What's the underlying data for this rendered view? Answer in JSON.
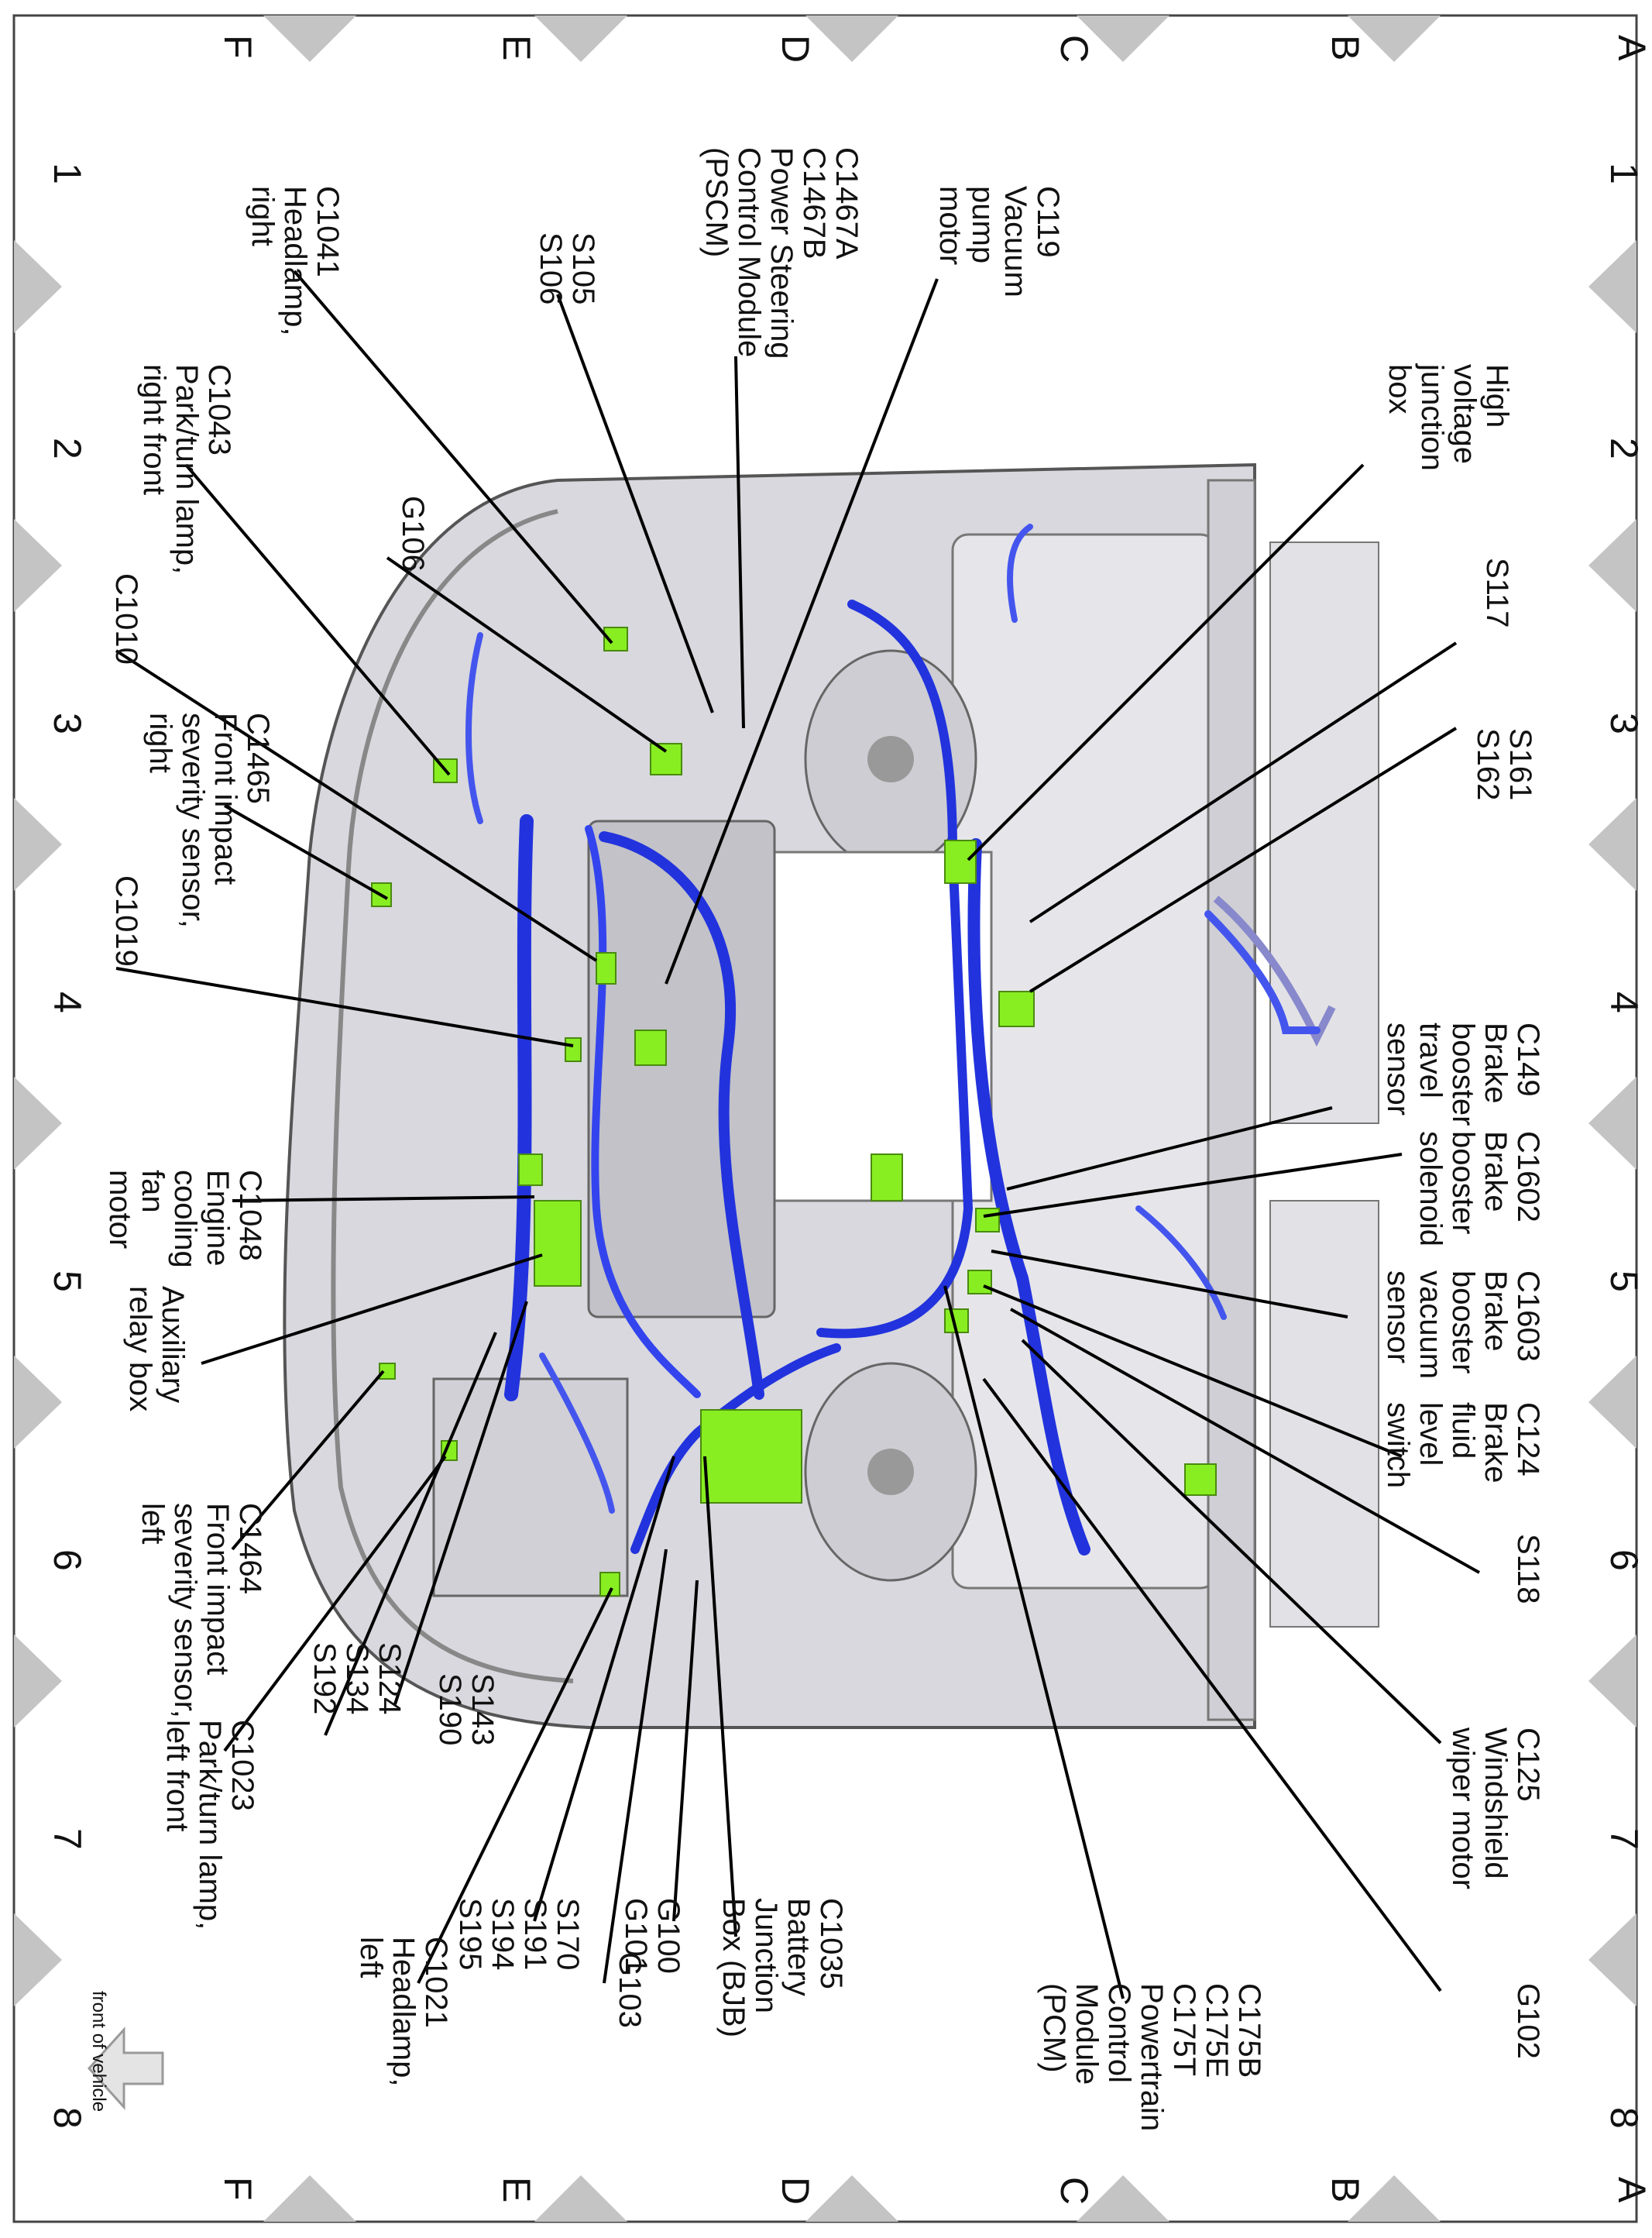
{
  "grid": {
    "columns": [
      "1",
      "2",
      "3",
      "4",
      "5",
      "6",
      "7",
      "8"
    ],
    "rows": [
      "A",
      "B",
      "C",
      "D",
      "E",
      "F"
    ]
  },
  "orientation": {
    "label": "front of vehicle",
    "icon": "arrow-icon"
  },
  "colors": {
    "harness": "#2233dd",
    "connector": "#88ee22",
    "body": "#d8d8de"
  },
  "callouts": [
    {
      "id": "high-voltage",
      "lines": [
        "High",
        "voltage",
        "junction",
        "box"
      ]
    },
    {
      "id": "s117",
      "lines": [
        "S117"
      ]
    },
    {
      "id": "s161",
      "lines": [
        "S161",
        "S162"
      ]
    },
    {
      "id": "c149",
      "lines": [
        "C149",
        "Brake",
        "booster",
        "travel",
        "sensor"
      ]
    },
    {
      "id": "c1602",
      "lines": [
        "C1602",
        "Brake",
        "booster",
        "solenoid"
      ]
    },
    {
      "id": "c1603",
      "lines": [
        "C1603",
        "Brake",
        "booster",
        "vacuum",
        "sensor"
      ]
    },
    {
      "id": "c124",
      "lines": [
        "C124",
        "Brake",
        "fluid",
        "level",
        "switch"
      ]
    },
    {
      "id": "s118",
      "lines": [
        "S118"
      ]
    },
    {
      "id": "c125",
      "lines": [
        "C125",
        "Windshield",
        "wiper motor"
      ]
    },
    {
      "id": "g102",
      "lines": [
        "G102"
      ]
    },
    {
      "id": "c175",
      "lines": [
        "C175B",
        "C175E",
        "C175T",
        "Powertrain",
        "Control",
        "Module",
        "(PCM)"
      ]
    },
    {
      "id": "c119",
      "lines": [
        "C119",
        "Vacuum",
        "pump",
        "motor"
      ]
    },
    {
      "id": "c1467",
      "lines": [
        "C1467A",
        "C1467B",
        "Power Steering",
        "Control Module",
        "(PSCM)"
      ]
    },
    {
      "id": "s105",
      "lines": [
        "S105",
        "S106"
      ]
    },
    {
      "id": "c1041",
      "lines": [
        "C1041",
        "Headlamp,",
        "right"
      ]
    },
    {
      "id": "g106",
      "lines": [
        "G106"
      ]
    },
    {
      "id": "c1043",
      "lines": [
        "C1043",
        "Park/turn lamp,",
        "right front"
      ]
    },
    {
      "id": "c1010",
      "lines": [
        "C1010"
      ]
    },
    {
      "id": "c1465",
      "lines": [
        "C1465",
        "Front impact",
        "severity sensor,",
        "right"
      ]
    },
    {
      "id": "c1019",
      "lines": [
        "C1019"
      ]
    },
    {
      "id": "c1048",
      "lines": [
        "C1048",
        "Engine",
        "cooling",
        "fan",
        "motor"
      ]
    },
    {
      "id": "aux-relay",
      "lines": [
        "Auxiliary",
        "relay box"
      ]
    },
    {
      "id": "c1464",
      "lines": [
        "C1464",
        "Front impact",
        "severity sensor,",
        "left"
      ]
    },
    {
      "id": "c1023",
      "lines": [
        "C1023",
        "Park/turn lamp,",
        "left front"
      ]
    },
    {
      "id": "s124",
      "lines": [
        "S124",
        "S134",
        "S192"
      ]
    },
    {
      "id": "s143",
      "lines": [
        "S143",
        "S190"
      ]
    },
    {
      "id": "s170",
      "lines": [
        "S170",
        "S191",
        "S194",
        "S195"
      ]
    },
    {
      "id": "g100",
      "lines": [
        "G100",
        "G101"
      ]
    },
    {
      "id": "c1035",
      "lines": [
        "C1035",
        "Battery",
        "Junction",
        "Box (BJB)"
      ]
    },
    {
      "id": "g103",
      "lines": [
        "G103"
      ]
    },
    {
      "id": "c1021",
      "lines": [
        "C1021",
        "Headlamp,",
        "left"
      ]
    }
  ]
}
